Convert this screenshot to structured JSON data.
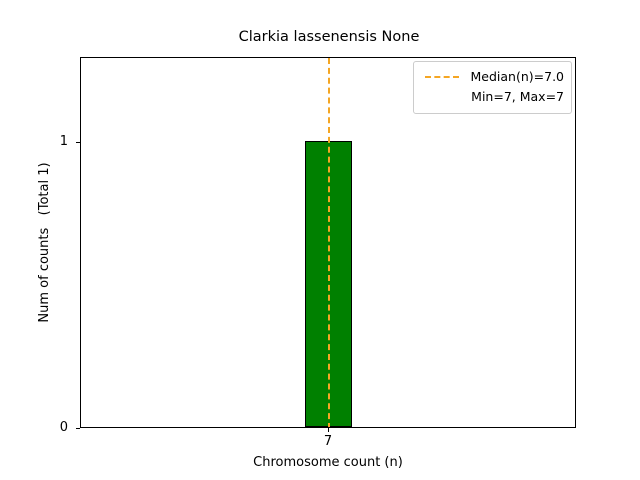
{
  "chart_data": {
    "type": "bar",
    "title": "Clarkia lassenensis None",
    "xlabel": "Chromosome count (n)",
    "ylabel": "Num of counts   (Total 1)",
    "categories": [
      "7"
    ],
    "values": [
      1
    ],
    "x_tick_labels": [
      "7"
    ],
    "y_tick_labels": [
      "0",
      "1"
    ],
    "y_ticks": [
      0,
      1
    ],
    "ylim": [
      0,
      1.15
    ],
    "xlim": [
      6.5,
      7.5
    ],
    "grid": false,
    "bar_color": "#008000",
    "bar_edge_color": "#000000",
    "bar_width_fraction": 0.0925,
    "annotations": [
      {
        "name": "median-line",
        "type": "vline",
        "x": 7.0,
        "color": "#f5a623",
        "linestyle": "dashed"
      }
    ],
    "legend": {
      "position": "upper right",
      "entries": [
        {
          "label": "Median(n)=7.0",
          "color": "#f5a623",
          "linestyle": "dashed",
          "has_handle": true
        },
        {
          "label": "Min=7, Max=7",
          "has_handle": false
        }
      ]
    }
  },
  "figure": {
    "background": "#ffffff",
    "axes_edge_color": "#000000"
  }
}
